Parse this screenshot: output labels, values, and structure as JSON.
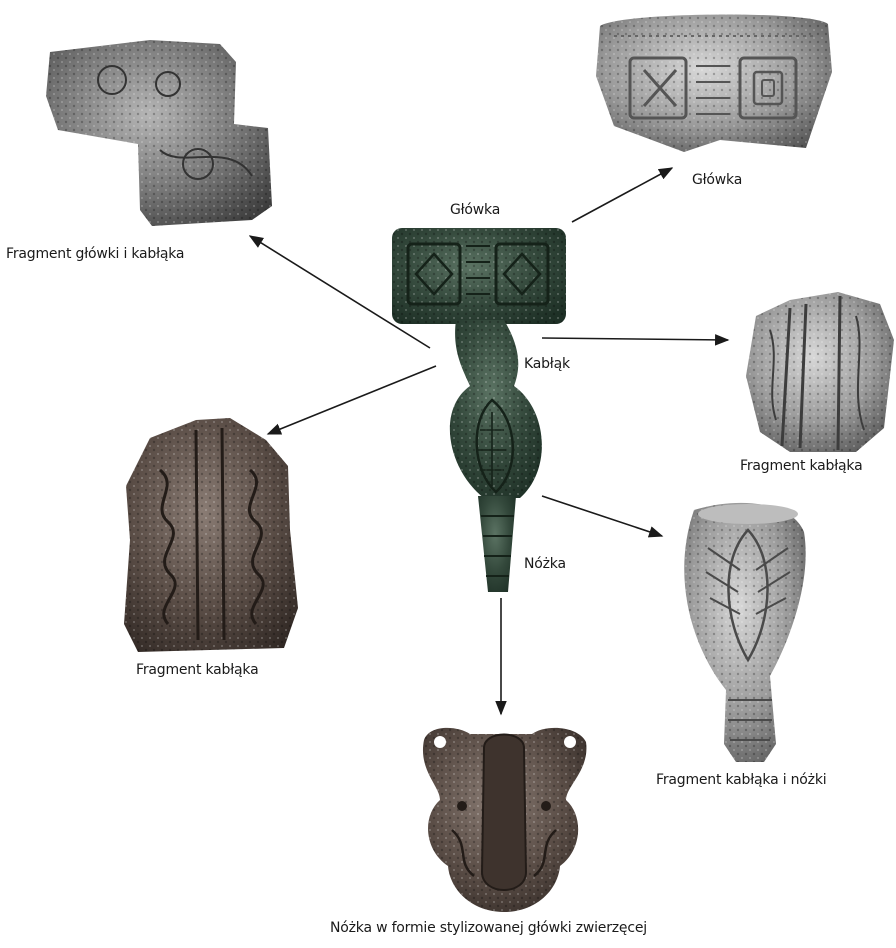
{
  "labels": {
    "glowka_center": "Główka",
    "kablak_center": "Kabłąk",
    "nozka_center": "Nóżka",
    "fragment_glowki_kablaka": "Fragment główki i kabłąka",
    "glowka_top_right": "Główka",
    "fragment_kablaka_right": "Fragment kabłąka",
    "fragment_kablaka_left": "Fragment kabłąka",
    "fragment_kablaka_nozki": "Fragment kabłąka i nóżki",
    "nozka_zwierzeca": "Nóżka w formie stylizowanej główki zwierzęcej"
  },
  "colors": {
    "bronze_dark": "#1e3026",
    "bronze_mid": "#34493c",
    "bronze_light": "#5b7363",
    "silver_dark": "#4a4a4a",
    "silver_mid": "#8e8e8e",
    "silver_light": "#cfcfcf",
    "brown_dark": "#2e2622",
    "brown_mid": "#5a4d46",
    "arrow": "#1a1a1a"
  },
  "icons": {
    "central_object": "bronze-fibula",
    "fragment_shape": "silver-fragment-photo"
  }
}
